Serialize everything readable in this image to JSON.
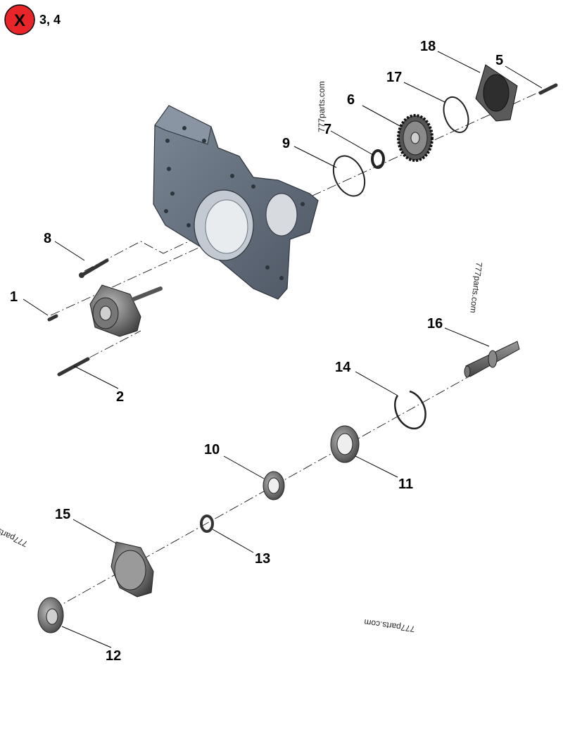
{
  "badge": {
    "symbol": "X",
    "text": "3, 4",
    "color": "#e8262a"
  },
  "callouts": [
    "1",
    "2",
    "5",
    "6",
    "7",
    "8",
    "9",
    "10",
    "11",
    "12",
    "13",
    "14",
    "15",
    "16",
    "17",
    "18"
  ],
  "watermarks": [
    "777parts.com",
    "777parts.com",
    "777parts.com",
    "777parts.com"
  ],
  "colors": {
    "housing": "#5f6c7c",
    "housing_dark": "#3f4853",
    "part_dark": "#4a4a4a",
    "part_mid": "#7a7a7a"
  }
}
